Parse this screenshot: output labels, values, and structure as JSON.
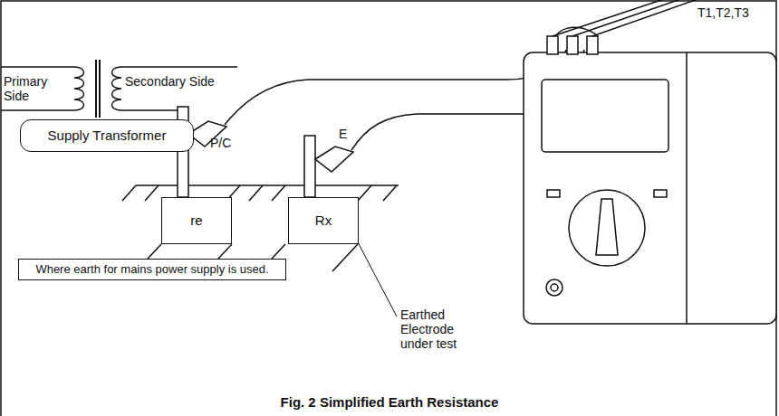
{
  "diagram": {
    "caption": "Fig. 2 Simplified Earth Resistance",
    "nodes": [
      {
        "text": [
          "Supply Transformer"
        ]
      },
      {
        "text": [
          "re"
        ]
      },
      {
        "text": [
          "Rx"
        ]
      },
      {
        "text": [
          "Where earth for mains power supply is used."
        ]
      }
    ],
    "labels": [
      "Primary Side",
      "Secondary Side",
      "P/C",
      "E",
      "T1,T2,T3",
      "Earthed Electrode under test"
    ]
  }
}
